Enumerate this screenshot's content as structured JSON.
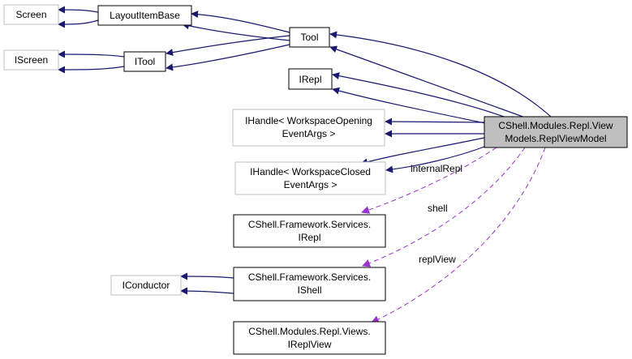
{
  "colors": {
    "inherit_edge": "#191970",
    "usage_edge": "#9a32cd",
    "normal_border": "#000000",
    "external_border": "#bfbfbf",
    "focus_fill": "#bfbfbf",
    "node_fill": "#ffffff"
  },
  "nodes": {
    "screen": {
      "lines": [
        "Screen"
      ],
      "style": "external"
    },
    "layoutitembase": {
      "lines": [
        "LayoutItemBase"
      ],
      "style": "normal"
    },
    "iscreen": {
      "lines": [
        "IScreen"
      ],
      "style": "external"
    },
    "itool": {
      "lines": [
        "ITool"
      ],
      "style": "normal"
    },
    "tool": {
      "lines": [
        "Tool"
      ],
      "style": "normal"
    },
    "irepl": {
      "lines": [
        "IRepl"
      ],
      "style": "normal"
    },
    "ihandle_opening": {
      "lines": [
        "IHandle< WorkspaceOpening",
        "EventArgs >"
      ],
      "style": "external"
    },
    "ihandle_closed": {
      "lines": [
        "IHandle< WorkspaceClosed",
        "EventArgs >"
      ],
      "style": "external"
    },
    "replviewmodel": {
      "lines": [
        "CShell.Modules.Repl.View",
        "Models.ReplViewModel"
      ],
      "style": "focus"
    },
    "services_irepl": {
      "lines": [
        "CShell.Framework.Services.",
        "IRepl"
      ],
      "style": "normal"
    },
    "iconductor": {
      "lines": [
        "IConductor"
      ],
      "style": "external"
    },
    "services_ishell": {
      "lines": [
        "CShell.Framework.Services.",
        "IShell"
      ],
      "style": "normal"
    },
    "ireplview": {
      "lines": [
        "CShell.Modules.Repl.Views.",
        "IReplView"
      ],
      "style": "normal"
    }
  },
  "edge_labels": {
    "internal_repl": "internalRepl",
    "shell": "shell",
    "repl_view": "replView"
  }
}
